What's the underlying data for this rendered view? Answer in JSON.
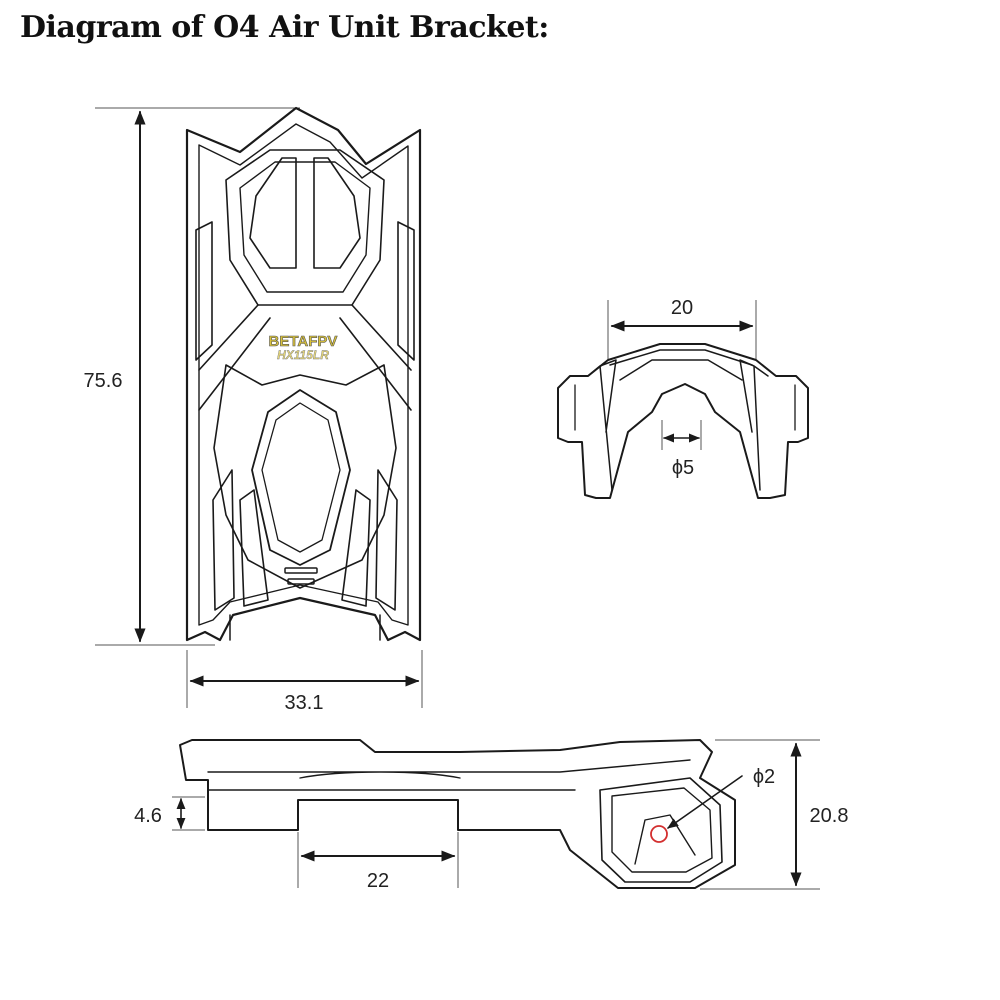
{
  "title": "Diagram of O4 Air Unit Bracket:",
  "top_view": {
    "height_label": "75.6",
    "width_label": "33.1",
    "logo_text": "BETAFPV",
    "logo_sub": "HX115LR"
  },
  "front_view": {
    "width_label": "20",
    "hole_label": "ϕ5"
  },
  "side_view": {
    "thickness_label": "4.6",
    "base_label": "22",
    "hole_label": "ϕ2",
    "height_label": "20.8"
  },
  "colors": {
    "line": "#1a1a1a",
    "logo": "#d9c23a",
    "hole_marker": "#d32f2f"
  }
}
